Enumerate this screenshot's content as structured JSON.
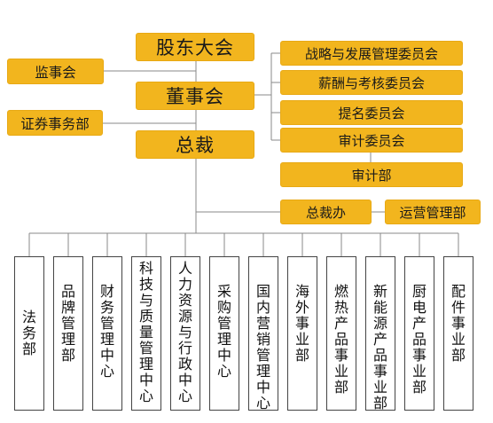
{
  "top": {
    "shareholders": "股东大会",
    "supervisory": "监事会",
    "board": "董事会",
    "securities": "证券事务部",
    "president": "总裁"
  },
  "committees": [
    "战略与发展管理委员会",
    "薪酬与考核委员会",
    "提名委员会",
    "审计委员会"
  ],
  "audit_dept": "审计部",
  "office": {
    "president_office": "总裁办",
    "operations": "运营管理部"
  },
  "departments": [
    "法务部",
    "品牌管理部",
    "财务管理中心",
    "科技与质量管理中心",
    "人力资源与行政中心",
    "采购管理中心",
    "国内营销管理中心",
    "海外事业部",
    "燃热产品事业部",
    "新能源产品事业部",
    "厨电产品事业部",
    "配件事业部"
  ],
  "colors": {
    "box_fill": "#f2b51e",
    "line": "#888888",
    "dept_border": "#444444"
  }
}
